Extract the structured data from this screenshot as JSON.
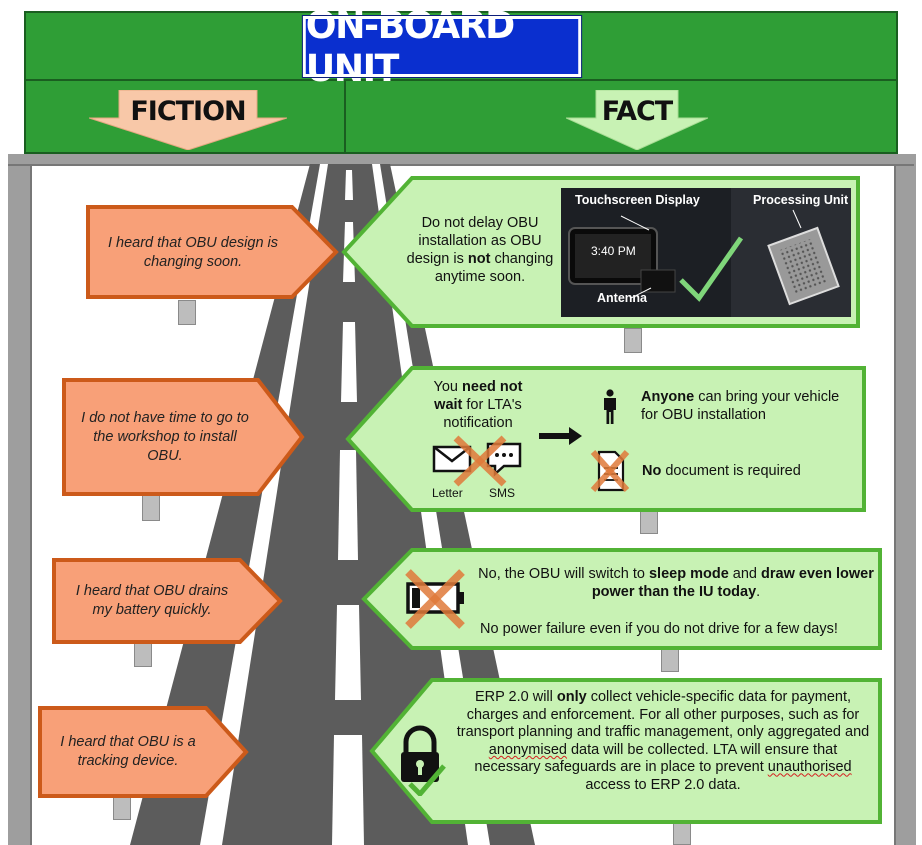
{
  "header": {
    "title": "ON-BOARD UNIT",
    "fiction_label": "FICTION",
    "fact_label": "FACT"
  },
  "colors": {
    "header_green": "#2f9e36",
    "title_blue": "#0a2fcf",
    "fiction_fill": "#f8a078",
    "fiction_border": "#cc5a1a",
    "fact_fill": "#c8f2b4",
    "fact_border": "#52b335",
    "road": "#5c5c5c",
    "cross": "#e07a3a"
  },
  "rows": [
    {
      "fiction": "I heard that OBU design is changing soon.",
      "fact": {
        "pre": "Do not delay OBU installation as OBU design is ",
        "bold": "not",
        "post": " changing anytime soon.",
        "photo": {
          "touchscreen_label": "Touchscreen Display",
          "processing_label": "Processing Unit",
          "antenna_label": "Antenna",
          "clock": "3:40 PM"
        }
      }
    },
    {
      "fiction": "I do not have time to go to the workshop to install OBU.",
      "fact": {
        "left_pre": "You ",
        "left_bold": "need not wait",
        "left_post": " for LTA's notification",
        "letter_label": "Letter",
        "sms_label": "SMS",
        "anyone_bold": "Anyone",
        "anyone_rest": " can bring your vehicle for OBU installation",
        "no_bold": "No",
        "no_rest": " document is required"
      }
    },
    {
      "fiction": "I heard that OBU drains my battery quickly.",
      "fact": {
        "l1_pre": "No, the OBU will switch to ",
        "l1_bold1": "sleep mode",
        "l1_mid": " and ",
        "l1_bold2": "draw even lower power than the IU today",
        "l1_end": ".",
        "l2": "No power failure even if you do not drive for a few days!"
      }
    },
    {
      "fiction": "I heard that OBU is a tracking device.",
      "fact": {
        "p1": "ERP 2.0 will ",
        "p1_bold": "only",
        "p2": " collect vehicle-specific data for payment, charges and enforcement. For all other purposes, such as for transport planning and traffic management, only aggregated and ",
        "anonymised": "anonymised",
        "p3": " data will be collected. LTA will ensure that necessary safeguards are in place to prevent ",
        "unauthorised": "unauthorised",
        "p4": " access to ERP 2.0 data."
      }
    }
  ]
}
